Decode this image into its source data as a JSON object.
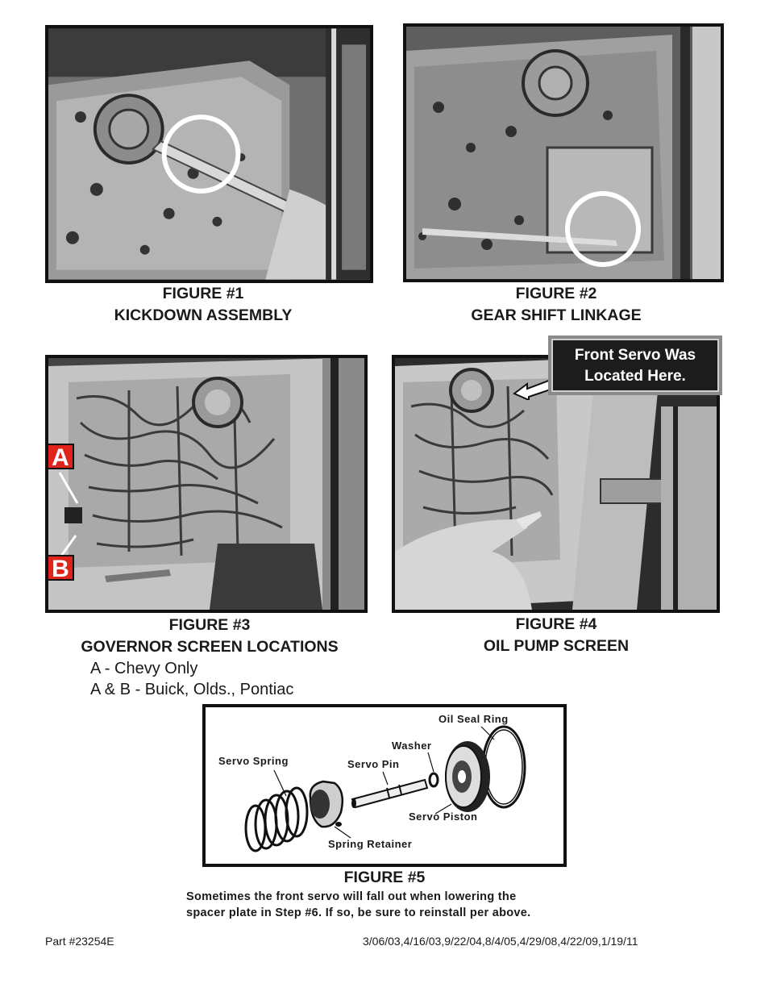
{
  "figures": [
    {
      "number": "FIGURE #1",
      "title": "KICKDOWN ASSEMBLY"
    },
    {
      "number": "FIGURE #2",
      "title": "GEAR SHIFT LINKAGE"
    },
    {
      "number": "FIGURE #3",
      "title": "GOVERNOR SCREEN LOCATIONS"
    },
    {
      "number": "FIGURE #4",
      "title": "OIL PUMP SCREEN"
    },
    {
      "number": "FIGURE #5"
    }
  ],
  "figure3_notes": [
    "A - Chevy Only",
    "A & B - Buick, Olds., Pontiac"
  ],
  "figure3_markers": [
    "A",
    "B"
  ],
  "figure4_callout": [
    "Front Servo Was",
    "Located Here."
  ],
  "figure5_labels": {
    "oil_seal_ring": "Oil Seal Ring",
    "washer": "Washer",
    "servo_spring": "Servo Spring",
    "servo_pin": "Servo Pin",
    "servo_piston": "Servo Piston",
    "spring_retainer": "Spring Retainer"
  },
  "figure5_note": [
    "Sometimes the front servo will fall out when lowering the",
    "spacer plate in Step #6. If so, be sure to reinstall per above."
  ],
  "footer": {
    "part": "Part #23254E",
    "revisions": "3/06/03,4/16/03,9/22/04,8/4/05,4/29/08,4/22/09,1/19/11"
  }
}
